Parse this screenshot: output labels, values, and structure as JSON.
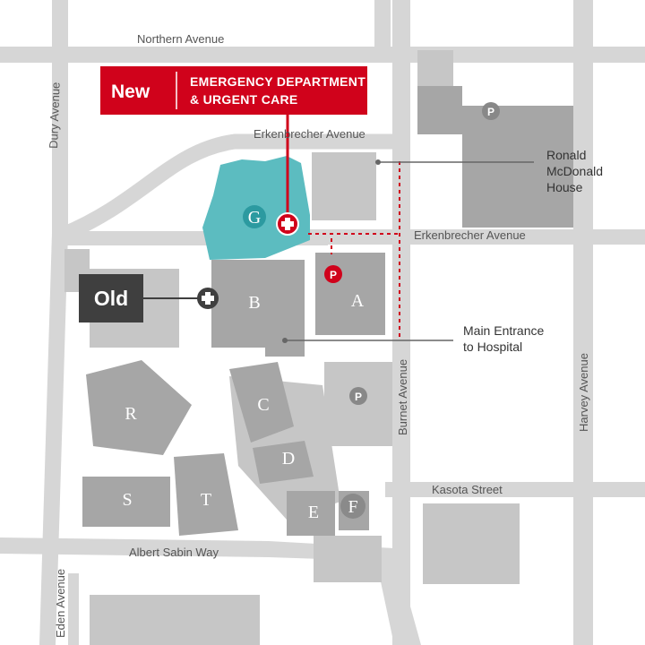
{
  "colors": {
    "street": "#d6d6d6",
    "building": "#a6a6a6",
    "building_light": "#c6c6c6",
    "new_ed": "#5cbcc0",
    "accent_red": "#d0021b",
    "old_box": "#3f3f3f"
  },
  "streets": {
    "northern": "Northern Avenue",
    "dury": "Dury Avenue",
    "erkenbrecher_top": "Erkenbrecher Avenue",
    "erkenbrecher_right": "Erkenbrecher Avenue",
    "burnet": "Burnet Avenue",
    "harvey": "Harvey Avenue",
    "kasota": "Kasota Street",
    "albert_sabin": "Albert Sabin Way",
    "eden": "Eden Avenue"
  },
  "new_label": {
    "tag": "New",
    "line1": "EMERGENCY DEPARTMENT",
    "line2": "& URGENT CARE"
  },
  "old_label": "Old",
  "callouts": {
    "ronald_line1": "Ronald",
    "ronald_line2": "McDonald",
    "ronald_line3": "House",
    "entrance_line1": "Main Entrance",
    "entrance_line2": "to Hospital"
  },
  "buildings": {
    "g": "G",
    "b": "B",
    "a": "A",
    "c": "C",
    "d": "D",
    "e": "E",
    "f": "F",
    "r": "R",
    "s": "S",
    "t": "T"
  },
  "parking": "P"
}
